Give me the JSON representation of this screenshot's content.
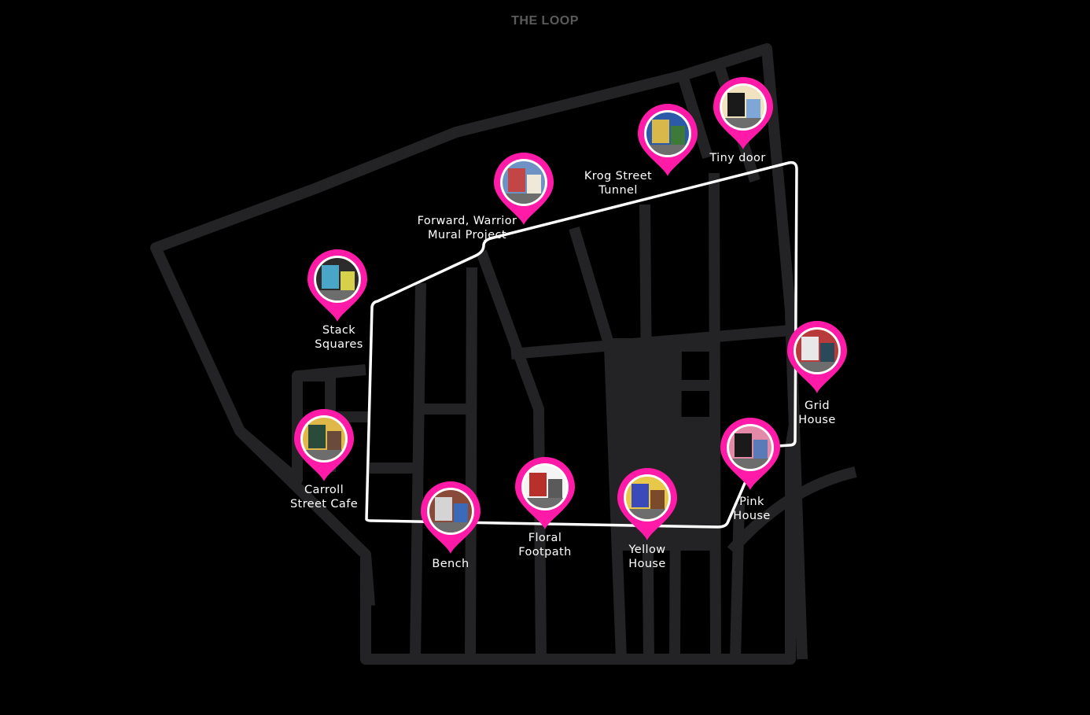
{
  "title": "THE LOOP",
  "colors": {
    "background": "#000000",
    "streets": "#232325",
    "route": "#ffffff",
    "pin": "#ff1aa8"
  },
  "stops": [
    {
      "id": "tiny-door",
      "label": "Tiny door",
      "icon": "photo-door"
    },
    {
      "id": "krog-street-tunnel",
      "label": "Krog Street\nTunnel",
      "icon": "photo-tunnel"
    },
    {
      "id": "forward-warrior",
      "label": "Forward, Warrior\nMural Project",
      "icon": "photo-mural"
    },
    {
      "id": "stack-squares",
      "label": "Stack\nSquares",
      "icon": "photo-squares"
    },
    {
      "id": "grid-house",
      "label": "Grid\nHouse",
      "icon": "photo-grid"
    },
    {
      "id": "carroll-street-cafe",
      "label": "Carroll\nStreet Cafe",
      "icon": "photo-cafe"
    },
    {
      "id": "pink-house",
      "label": "Pink\nHouse",
      "icon": "photo-house"
    },
    {
      "id": "bench",
      "label": "Bench",
      "icon": "photo-bench"
    },
    {
      "id": "floral-footpath",
      "label": "Floral\nFootpath",
      "icon": "photo-flower"
    },
    {
      "id": "yellow-house",
      "label": "Yellow\nHouse",
      "icon": "photo-yellow"
    }
  ]
}
